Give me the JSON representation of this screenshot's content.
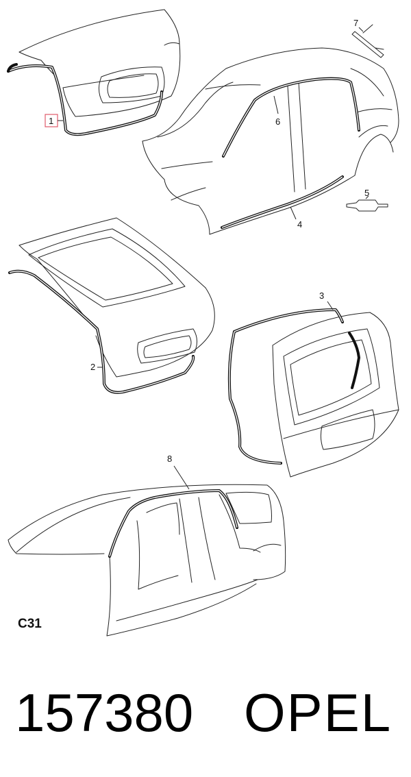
{
  "callouts": {
    "c1": "1",
    "c2": "2",
    "c3": "3",
    "c4": "4",
    "c5": "5",
    "c6": "6",
    "c7": "7",
    "c8": "8"
  },
  "highlight_color": "#e05a6a",
  "section_code": "C31",
  "footer": {
    "part_number": "157380",
    "brand": "OPEL"
  }
}
